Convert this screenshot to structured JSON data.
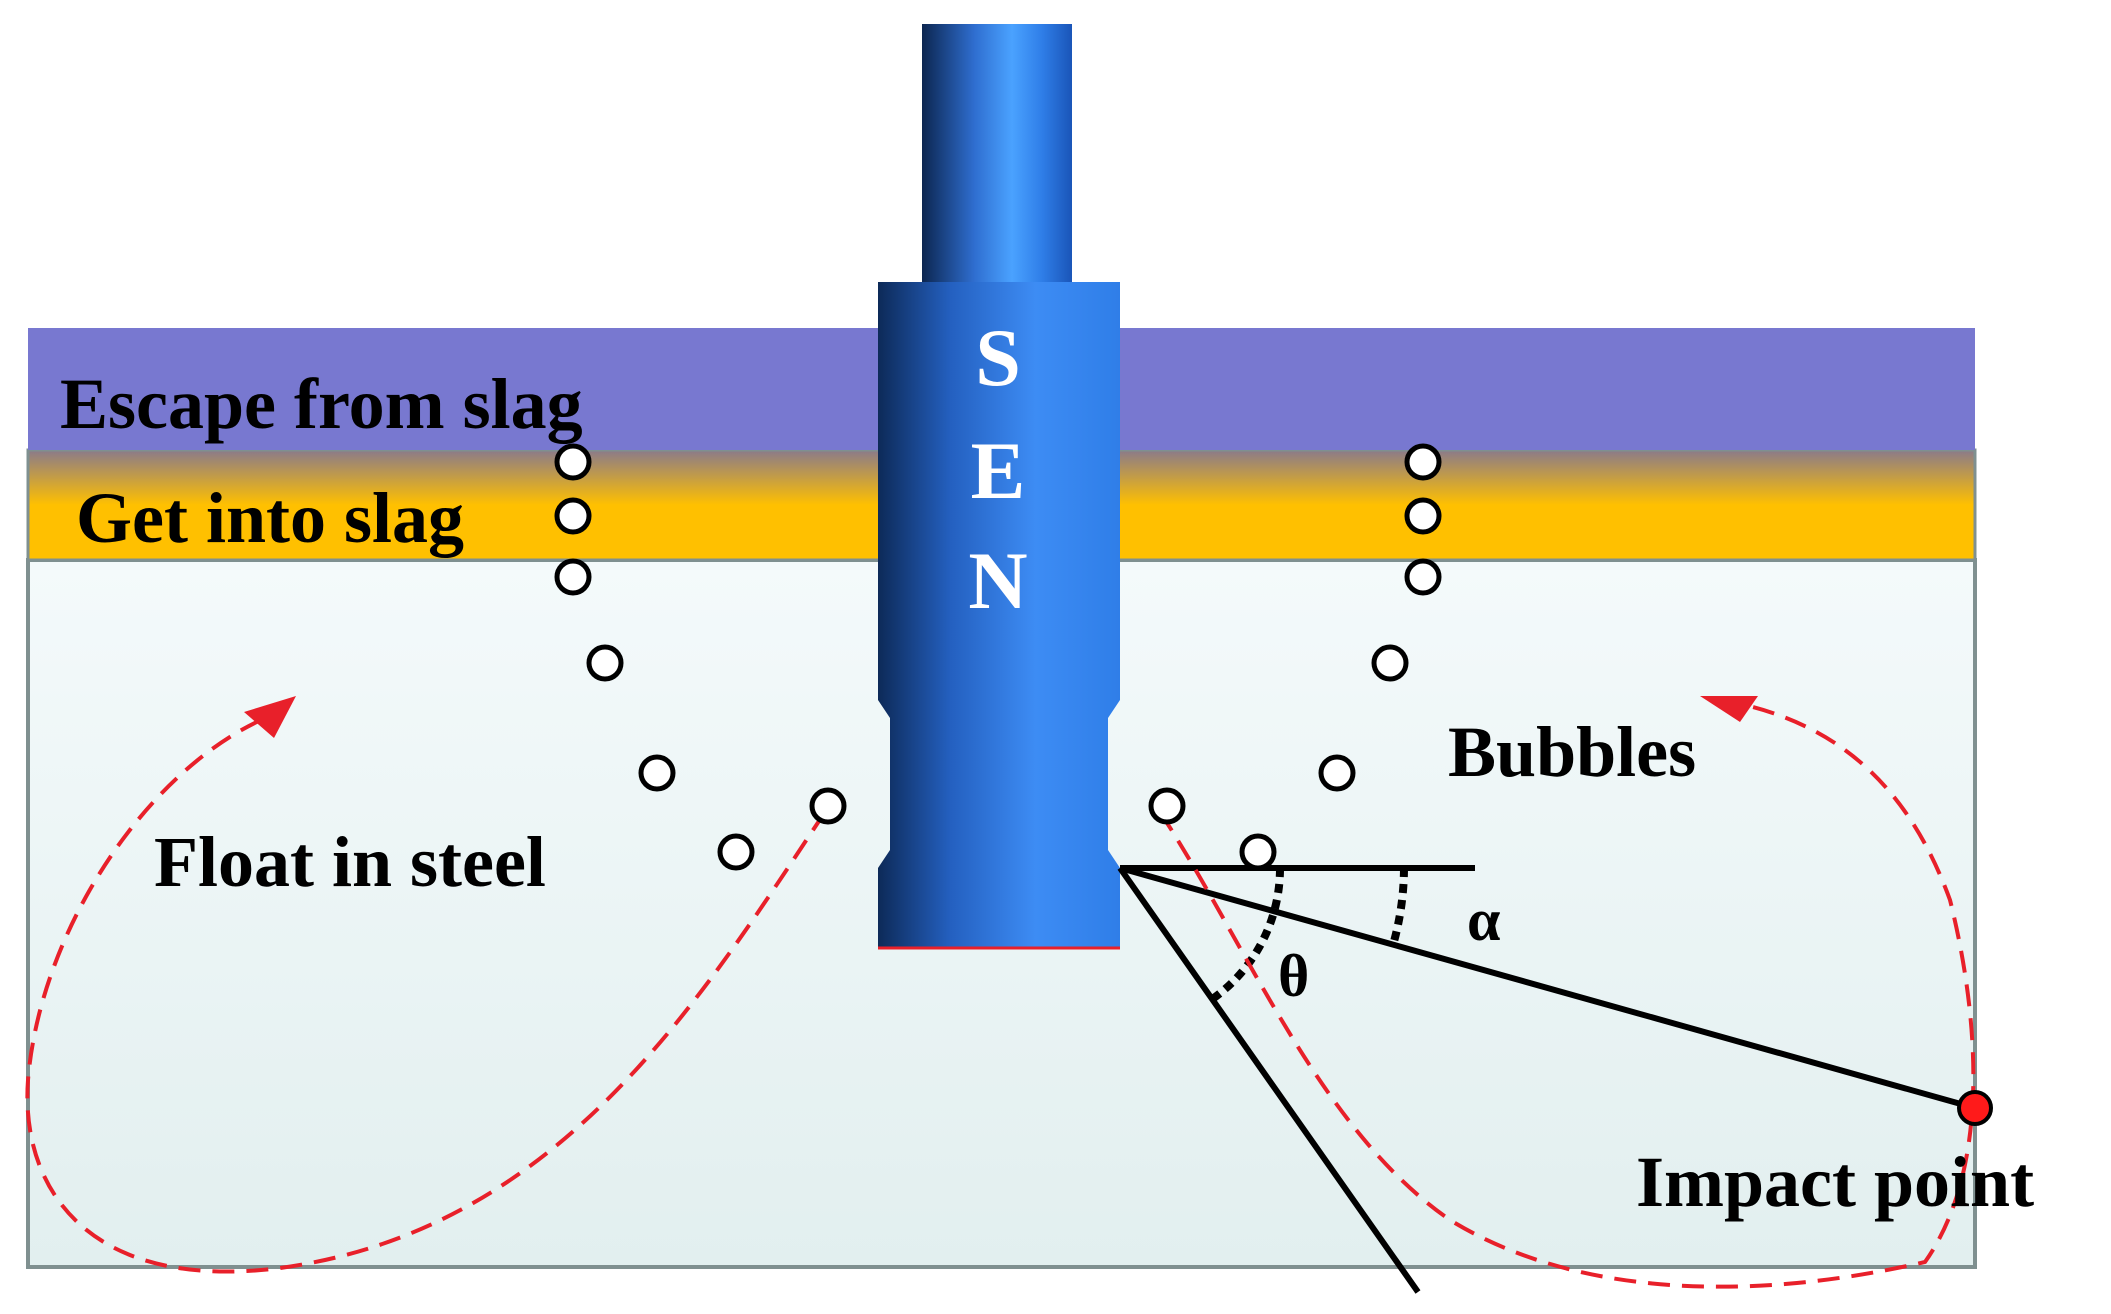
{
  "labels": {
    "escape": "Escape from slag",
    "get_into": "Get into slag",
    "float": "Float in steel",
    "bubbles": "Bubbles",
    "impact": "Impact point",
    "alpha": "α",
    "theta": "θ"
  },
  "sen_letters": [
    "S",
    "E",
    "N"
  ],
  "colors": {
    "slag_layer": "#7878d0",
    "interface_layer": "#ffc000",
    "steel_top": "#f2fafa",
    "steel_bottom": "#e3f0f0",
    "sen_blue": "#3a86f0",
    "flow_arrow": "#e8202a",
    "impact_point": "#ff1a1a"
  }
}
